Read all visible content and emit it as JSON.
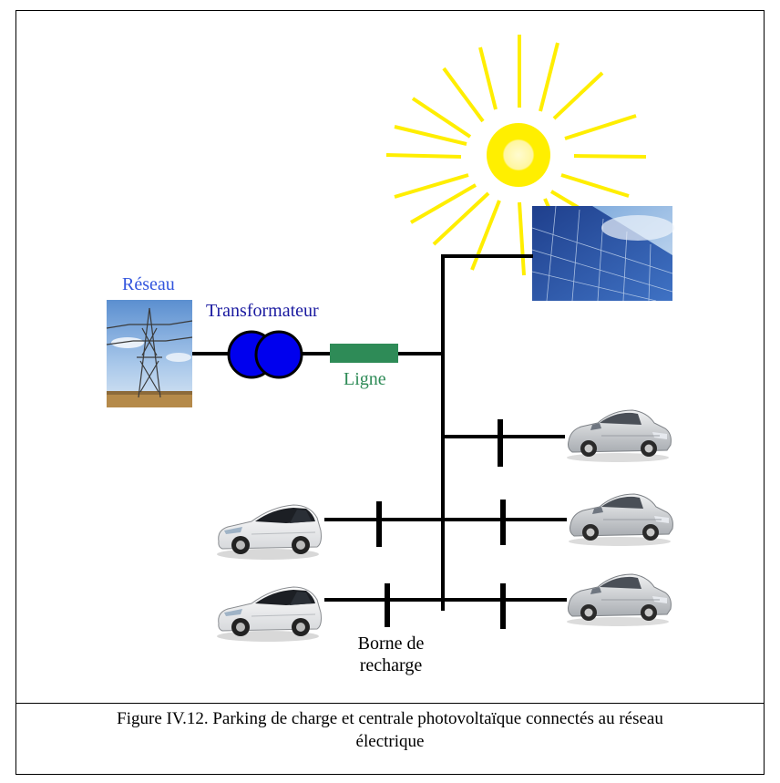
{
  "labels": {
    "reseau": "Réseau",
    "transformateur": "Transformateur",
    "ligne": "Ligne",
    "borne_line1": "Borne de",
    "borne_line2": "recharge"
  },
  "caption": {
    "line1": "Figure IV.12. Parking de charge et centrale photovoltaïque connectés au réseau",
    "line2": "électrique"
  },
  "colors": {
    "reseau_label": "#3355dd",
    "transformateur_label": "#1a1aa0",
    "transformer_fill": "#0000ee",
    "ligne_label": "#2e8b57",
    "line_segment": "#2e8b57",
    "sun_rays": "#ffee00",
    "sun_core": "#ffef00",
    "bus": "#000000"
  },
  "icons": [
    "pylon-icon",
    "transformer-icon",
    "sun-icon",
    "solar-panel-icon",
    "car-icon"
  ]
}
